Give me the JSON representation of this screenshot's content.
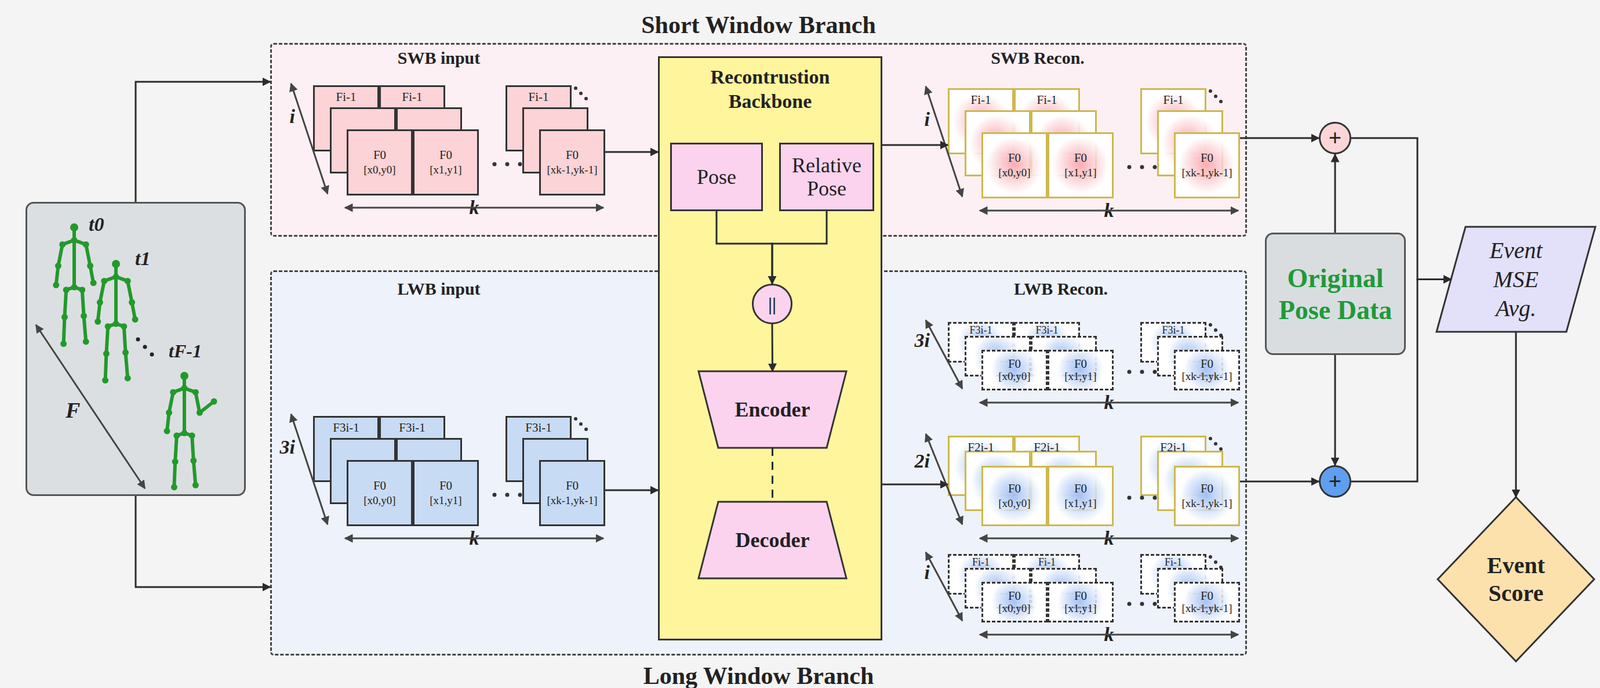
{
  "diagram": {
    "nodes": [
      {
        "text": [
          "t0",
          "t1",
          "tF-1",
          "F"
        ]
      },
      {
        "text": [
          "Short Window Branch"
        ]
      },
      {
        "text": [
          "Fi-1"
        ],
        "in": 1
      },
      {
        "text": [
          "Fi-1"
        ],
        "in": 1
      },
      {
        "text": [
          "Fi-1"
        ],
        "in": 1
      },
      {
        "text": [
          "F0",
          "[x0,y0]"
        ],
        "in": 1
      },
      {
        "text": [
          "F0",
          "[x1,y1]"
        ],
        "in": 1
      },
      {
        "text": [
          "F0",
          "[xk-1,yk-1]"
        ],
        "in": 1
      },
      {
        "text": [
          "Fi-1"
        ],
        "in": 1
      },
      {
        "text": [
          "Fi-1"
        ],
        "in": 1
      },
      {
        "text": [
          "Fi-1"
        ],
        "in": 1
      },
      {
        "text": [
          "F0",
          "[x0,y0]"
        ],
        "in": 1
      },
      {
        "text": [
          "F0",
          "[x1,y1]"
        ],
        "in": 1
      },
      {
        "text": [
          "F0",
          "[xk-1,yk-1]"
        ],
        "in": 1
      },
      {
        "text": [
          "Long Window Branch"
        ]
      },
      {
        "text": [
          "F3i-1"
        ],
        "in": 14
      },
      {
        "text": [
          "F3i-1"
        ],
        "in": 14
      },
      {
        "text": [
          "F3i-1"
        ],
        "in": 14
      },
      {
        "text": [
          "F0",
          "[x0,y0]"
        ],
        "in": 14
      },
      {
        "text": [
          "F0",
          "[x1,y1]"
        ],
        "in": 14
      },
      {
        "text": [
          "F0",
          "[xk-1,yk-1]"
        ],
        "in": 14
      },
      {
        "text": [
          "F3i-1"
        ],
        "in": 14
      },
      {
        "text": [
          "F3i-1"
        ],
        "in": 14
      },
      {
        "text": [
          "F3i-1"
        ],
        "in": 14
      },
      {
        "text": [
          "F0",
          "[x0,y0]"
        ],
        "in": 14
      },
      {
        "text": [
          "F0",
          "[x1,y1]"
        ],
        "in": 14
      },
      {
        "text": [
          "F0",
          "[xk-1,yk-1]"
        ],
        "in": 14
      },
      {
        "text": [
          "F2i-1"
        ],
        "in": 14
      },
      {
        "text": [
          "F2i-1"
        ],
        "in": 14
      },
      {
        "text": [
          "F2i-1"
        ],
        "in": 14
      },
      {
        "text": [
          "F0",
          "[x0,y0]"
        ],
        "in": 14
      },
      {
        "text": [
          "F0",
          "[x1,y1]"
        ],
        "in": 14
      },
      {
        "text": [
          "F0",
          "[xk-1,yk-1]"
        ],
        "in": 14
      },
      {
        "text": [
          "Fi-1"
        ],
        "in": 14
      },
      {
        "text": [
          "Fi-1"
        ],
        "in": 14
      },
      {
        "text": [
          "Fi-1"
        ],
        "in": 14
      },
      {
        "text": [
          "F0",
          "[x0,y0]"
        ],
        "in": 14
      },
      {
        "text": [
          "F0",
          "[x1,y1]"
        ],
        "in": 14
      },
      {
        "text": [
          "F0",
          "[xk-1,yk-1]"
        ],
        "in": 14
      },
      {
        "text": [
          "Recontrustion Backbone"
        ]
      },
      {
        "text": [
          "Pose"
        ],
        "in": 39
      },
      {
        "text": [
          "Relative Pose"
        ],
        "in": 39
      },
      {
        "text": [
          "||"
        ],
        "in": 39
      },
      {
        "text": [
          "Encoder"
        ],
        "in": 39
      },
      {
        "text": [
          "Decoder"
        ],
        "in": 39
      },
      {
        "text": [
          "+"
        ]
      },
      {
        "text": [
          "Original Pose Data"
        ]
      },
      {
        "text": [
          "+"
        ]
      },
      {
        "text": [
          "Event MSE Avg."
        ]
      },
      {
        "text": [
          "Event Score"
        ]
      }
    ],
    "edges": [
      {
        "from": 0,
        "to": 1,
        "arrow": "to"
      },
      {
        "from": 0,
        "to": 14,
        "arrow": "to"
      },
      {
        "from": 7,
        "to": 39,
        "arrow": "to"
      },
      {
        "from": 39,
        "to": 8,
        "arrow": "to"
      },
      {
        "from": 20,
        "to": 39,
        "arrow": "to"
      },
      {
        "from": 39,
        "to": 27,
        "arrow": "to"
      },
      {
        "from": 40,
        "to": 42,
        "arrow": "to"
      },
      {
        "from": 41,
        "to": 42,
        "arrow": "to"
      },
      {
        "from": 42,
        "to": 43,
        "arrow": "to"
      },
      {
        "from": 43,
        "to": 44,
        "arrow": "none"
      },
      {
        "from": 13,
        "to": 45,
        "arrow": "to"
      },
      {
        "from": 46,
        "to": 45,
        "arrow": "to"
      },
      {
        "from": 46,
        "to": 47,
        "arrow": "to"
      },
      {
        "from": 32,
        "to": 47,
        "arrow": "to"
      },
      {
        "from": 45,
        "to": 48,
        "arrow": "to"
      },
      {
        "from": 47,
        "to": 48,
        "arrow": "to"
      },
      {
        "from": 48,
        "to": 49,
        "arrow": "to"
      }
    ],
    "labels": [
      "SWB input",
      "i",
      "k",
      "SWB Recon.",
      "i",
      "k",
      "LWB input",
      "3i",
      "k",
      "LWB Recon.",
      "3i",
      "k",
      "2i",
      "k",
      "i",
      "k"
    ]
  }
}
